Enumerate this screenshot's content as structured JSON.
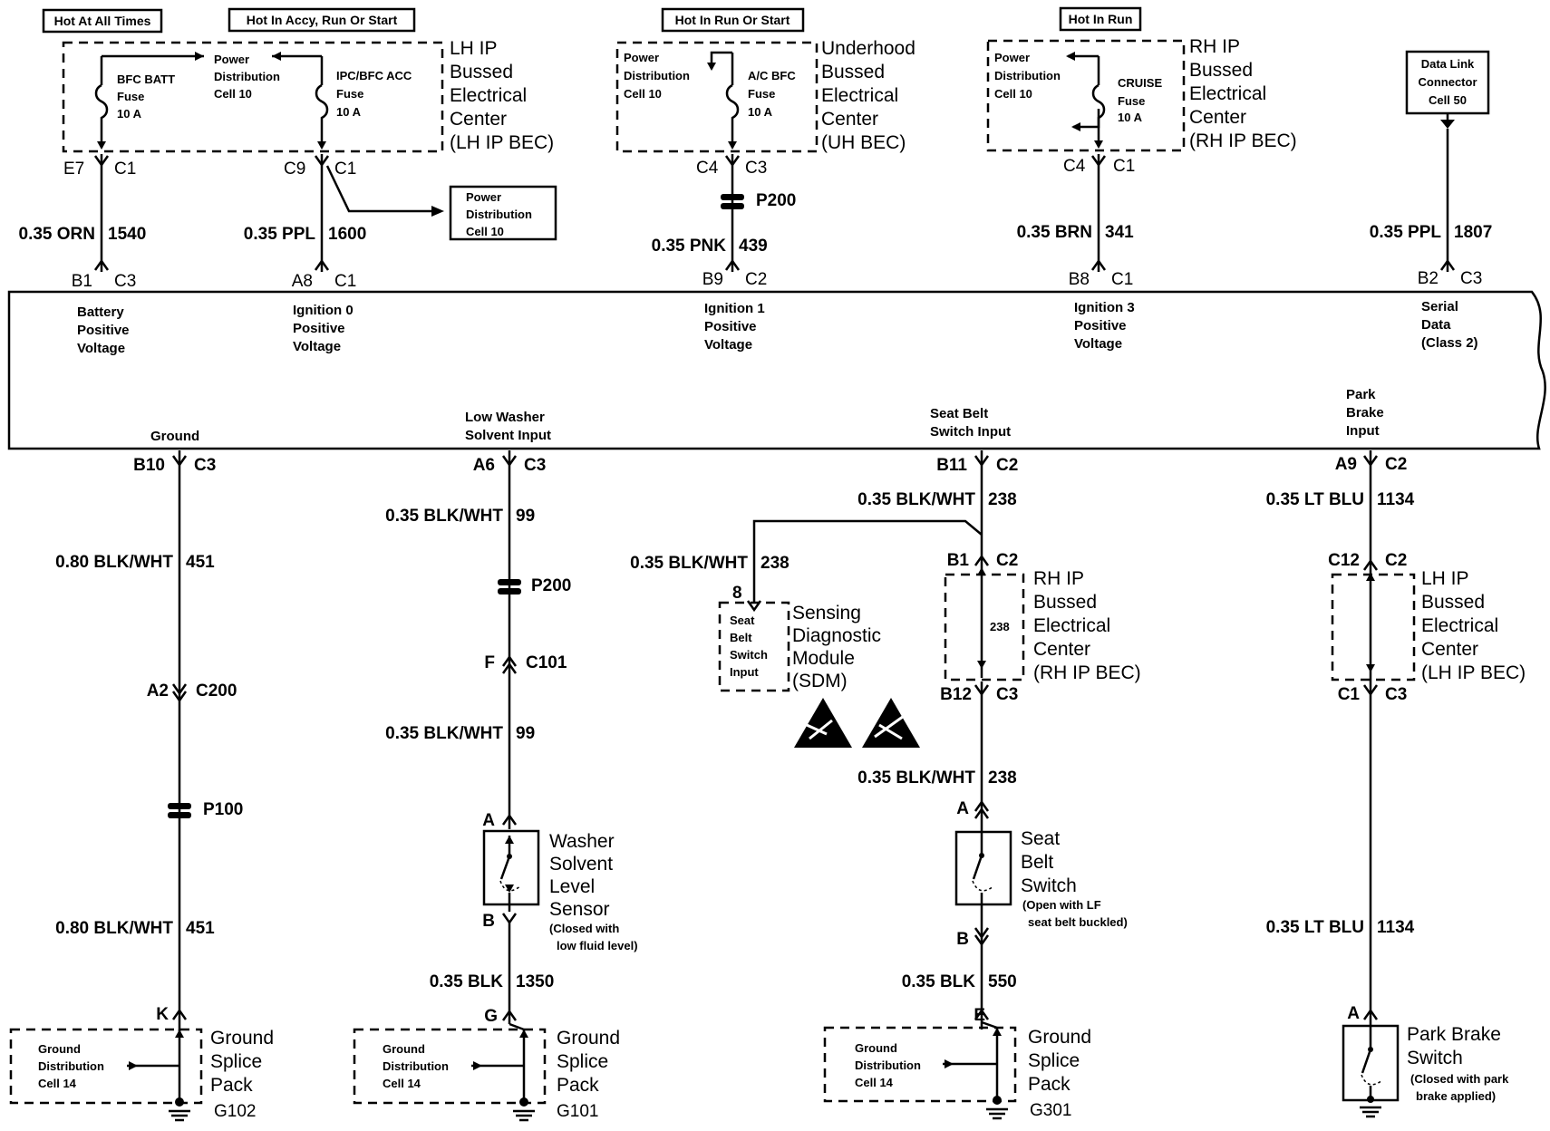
{
  "headers": {
    "hot_at_all_times": "Hot At All Times",
    "hot_accy_run_start": "Hot In Accy, Run Or Start",
    "hot_run_start": "Hot In Run Or Start",
    "hot_in_run": "Hot In Run"
  },
  "lh_ip_bec": {
    "name": [
      "LH IP",
      "Bussed",
      "Electrical",
      "Center",
      "(LH IP BEC)"
    ],
    "power_dist": [
      "Power",
      "Distribution",
      "Cell 10"
    ],
    "fuse1": [
      "BFC BATT",
      "Fuse",
      "10 A"
    ],
    "fuse2": [
      "IPC/BFC ACC",
      "Fuse",
      "10 A"
    ],
    "pin1": "E7",
    "conn1": "C1",
    "pin2": "C9",
    "conn2": "C1"
  },
  "uh_bec": {
    "name": [
      "Underhood",
      "Bussed",
      "Electrical",
      "Center",
      "(UH BEC)"
    ],
    "power_dist": [
      "Power",
      "Distribution",
      "Cell 10"
    ],
    "fuse": [
      "A/C BFC",
      "Fuse",
      "10 A"
    ],
    "pin": "C4",
    "conn": "C3",
    "splice": "P200"
  },
  "rh_ip_bec_top": {
    "name": [
      "RH IP",
      "Bussed",
      "Electrical",
      "Center",
      "(RH IP BEC)"
    ],
    "power_dist": [
      "Power",
      "Distribution",
      "Cell 10"
    ],
    "fuse": [
      "CRUISE",
      "Fuse",
      "10 A"
    ],
    "pin": "C4",
    "conn": "C1"
  },
  "dlc": {
    "lines": [
      "Data Link",
      "Connector",
      "Cell 50"
    ]
  },
  "power_dist_ref": [
    "Power",
    "Distribution",
    "Cell 10"
  ],
  "top_wires": [
    {
      "gauge": "0.35 ORN",
      "circuit": "1540",
      "pin": "B1",
      "conn": "C3",
      "label": [
        "Battery",
        "Positive",
        "Voltage"
      ]
    },
    {
      "gauge": "0.35 PPL",
      "circuit": "1600",
      "pin": "A8",
      "conn": "C1",
      "label": [
        "Ignition 0",
        "Positive",
        "Voltage"
      ]
    },
    {
      "gauge": "0.35 PNK",
      "circuit": "439",
      "pin": "B9",
      "conn": "C2",
      "label": [
        "Ignition 1",
        "Positive",
        "Voltage"
      ]
    },
    {
      "gauge": "0.35 BRN",
      "circuit": "341",
      "pin": "B8",
      "conn": "C1",
      "label": [
        "Ignition 3",
        "Positive",
        "Voltage"
      ]
    },
    {
      "gauge": "0.35 PPL",
      "circuit": "1807",
      "pin": "B2",
      "conn": "C3",
      "label": [
        "Serial",
        "Data",
        "(Class 2)"
      ]
    }
  ],
  "bottom_labels": {
    "ground": "Ground",
    "washer": [
      "Low Washer",
      "Solvent Input"
    ],
    "seatbelt": [
      "Seat Belt",
      "Switch Input"
    ],
    "parkbrake": [
      "Park",
      "Brake",
      "Input"
    ]
  },
  "ground_branch": {
    "pin": "B10",
    "conn": "C3",
    "wire1": {
      "gauge": "0.80 BLK/WHT",
      "circuit": "451"
    },
    "c200_pin": "A2",
    "c200": "C200",
    "splice": "P100",
    "wire2": {
      "gauge": "0.80 BLK/WHT",
      "circuit": "451"
    },
    "gsp_pin": "K",
    "gsp_name": [
      "Ground",
      "Splice",
      "Pack"
    ],
    "gsp_inner": [
      "Ground",
      "Distribution",
      "Cell 14"
    ],
    "ground_id": "G102"
  },
  "washer_branch": {
    "pin": "A6",
    "conn": "C3",
    "wire1": {
      "gauge": "0.35 BLK/WHT",
      "circuit": "99"
    },
    "splice": "P200",
    "c101_pin": "F",
    "c101": "C101",
    "wire2": {
      "gauge": "0.35 BLK/WHT",
      "circuit": "99"
    },
    "sensor_pin_a": "A",
    "sensor_pin_b": "B",
    "sensor_name": [
      "Washer",
      "Solvent",
      "Level",
      "Sensor"
    ],
    "sensor_note": [
      "(Closed with",
      "low fluid level)"
    ],
    "wire3": {
      "gauge": "0.35 BLK",
      "circuit": "1350"
    },
    "gsp_pin": "G",
    "gsp_name": [
      "Ground",
      "Splice",
      "Pack"
    ],
    "gsp_inner": [
      "Ground",
      "Distribution",
      "Cell 14"
    ],
    "ground_id": "G101"
  },
  "seatbelt_branch": {
    "pin": "B11",
    "conn": "C2",
    "wire1": {
      "gauge": "0.35 BLK/WHT",
      "circuit": "238"
    },
    "sdm_wire": {
      "gauge": "0.35 BLK/WHT",
      "circuit": "238"
    },
    "sdm_pin": "8",
    "sdm_inner": [
      "Seat",
      "Belt",
      "Switch",
      "Input"
    ],
    "sdm_name": [
      "Sensing",
      "Diagnostic",
      "Module",
      "(SDM)"
    ],
    "bec_pin_top": "B1",
    "bec_conn_top": "C2",
    "bec_circuit": "238",
    "bec_name": [
      "RH IP",
      "Bussed",
      "Electrical",
      "Center",
      "(RH IP BEC)"
    ],
    "bec_pin_bot": "B12",
    "bec_conn_bot": "C3",
    "wire2": {
      "gauge": "0.35 BLK/WHT",
      "circuit": "238"
    },
    "switch_pin_a": "A",
    "switch_pin_b": "B",
    "switch_name": [
      "Seat",
      "Belt",
      "Switch"
    ],
    "switch_note": [
      "(Open with LF",
      "seat belt buckled)"
    ],
    "wire3": {
      "gauge": "0.35 BLK",
      "circuit": "550"
    },
    "gsp_pin": "E",
    "gsp_name": [
      "Ground",
      "Splice",
      "Pack"
    ],
    "gsp_inner": [
      "Ground",
      "Distribution",
      "Cell 14"
    ],
    "ground_id": "G301"
  },
  "park_branch": {
    "pin": "A9",
    "conn": "C2",
    "wire1": {
      "gauge": "0.35 LT BLU",
      "circuit": "1134"
    },
    "bec_pin_top": "C12",
    "bec_conn_top": "C2",
    "bec_name": [
      "LH IP",
      "Bussed",
      "Electrical",
      "Center",
      "(LH IP BEC)"
    ],
    "bec_pin_bot": "C1",
    "bec_conn_bot": "C3",
    "wire2": {
      "gauge": "0.35 LT BLU",
      "circuit": "1134"
    },
    "switch_pin": "A",
    "switch_name": [
      "Park Brake",
      "Switch"
    ],
    "switch_note": [
      "(Closed with park",
      "brake applied)"
    ]
  }
}
